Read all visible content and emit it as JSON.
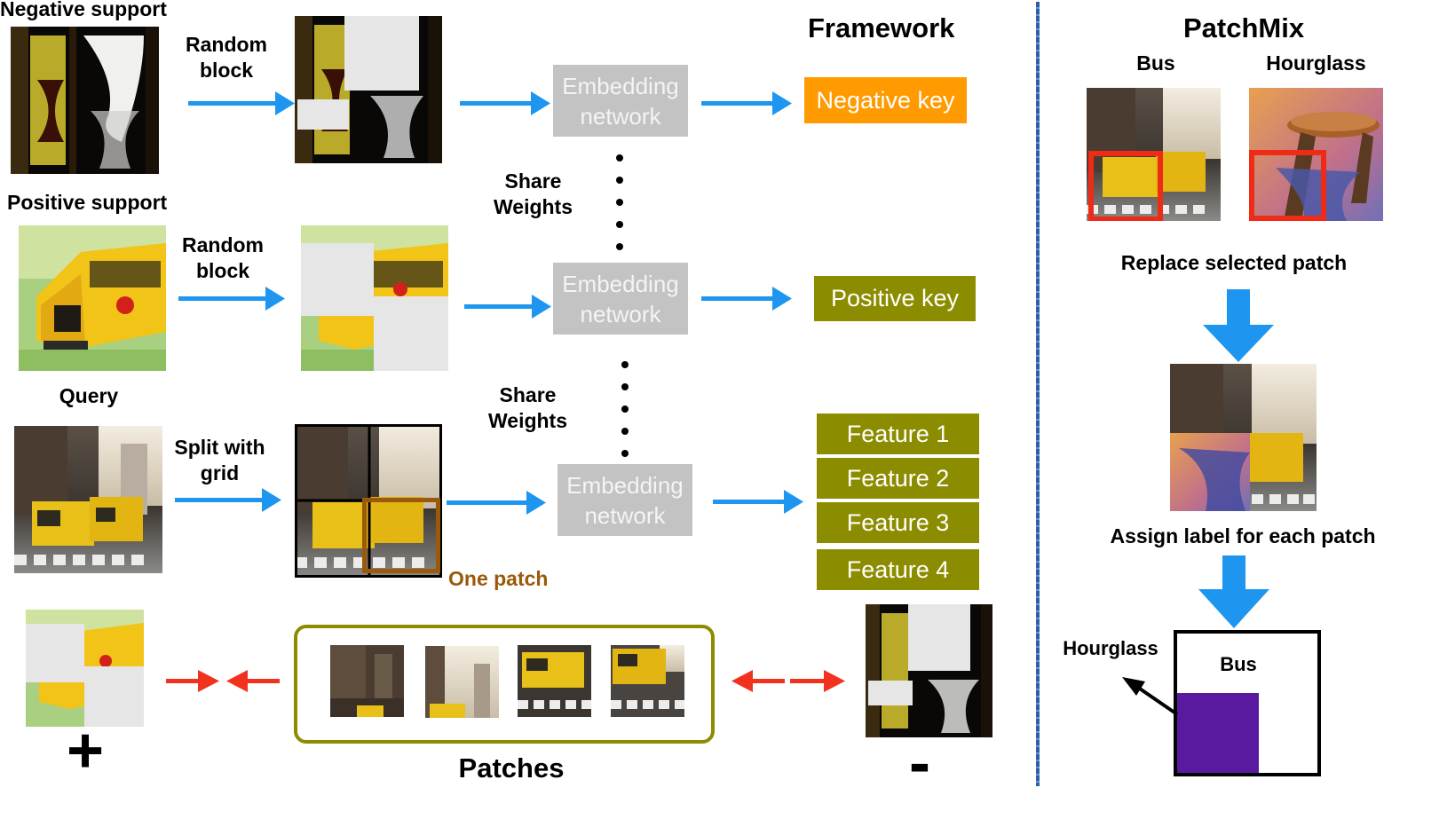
{
  "labels": {
    "negative_support": "Negative support",
    "positive_support": "Positive support",
    "query": "Query",
    "random_block_1": "Random\nblock",
    "random_block_2": "Random\nblock",
    "split_with_grid": "Split with\ngrid",
    "share_weights_1": "Share\nWeights",
    "share_weights_2": "Share\nWeights",
    "one_patch": "One patch",
    "patches": "Patches",
    "plus": "+",
    "minus": "-"
  },
  "framework": {
    "title": "Framework",
    "embedding_1": "Embedding\nnetwork",
    "embedding_2": "Embedding\nnetwork",
    "embedding_3": "Embedding\nnetwork",
    "negative_key": "Negative key",
    "positive_key": "Positive key",
    "features": [
      "Feature 1",
      "Feature 2",
      "Feature 3",
      "Feature  4"
    ]
  },
  "patchmix": {
    "title": "PatchMix",
    "bus": "Bus",
    "hourglass": "Hourglass",
    "replace": "Replace selected patch",
    "assign": "Assign label for each patch",
    "out_hourglass": "Hourglass",
    "out_bus": "Bus"
  },
  "colors": {
    "arrow_blue": "#1e96f0",
    "arrow_red": "#f0321e",
    "negative_key": "#ff9a00",
    "positive_key": "#8c8c00",
    "feature": "#8c8c00",
    "embedding": "#c3c3c3",
    "one_patch": "#9a5a0a",
    "patches_border": "#8c8c00",
    "patch_highlight": "#ee2b16",
    "label_square": "#5a1aa0",
    "divider": "#2c5fa8"
  }
}
